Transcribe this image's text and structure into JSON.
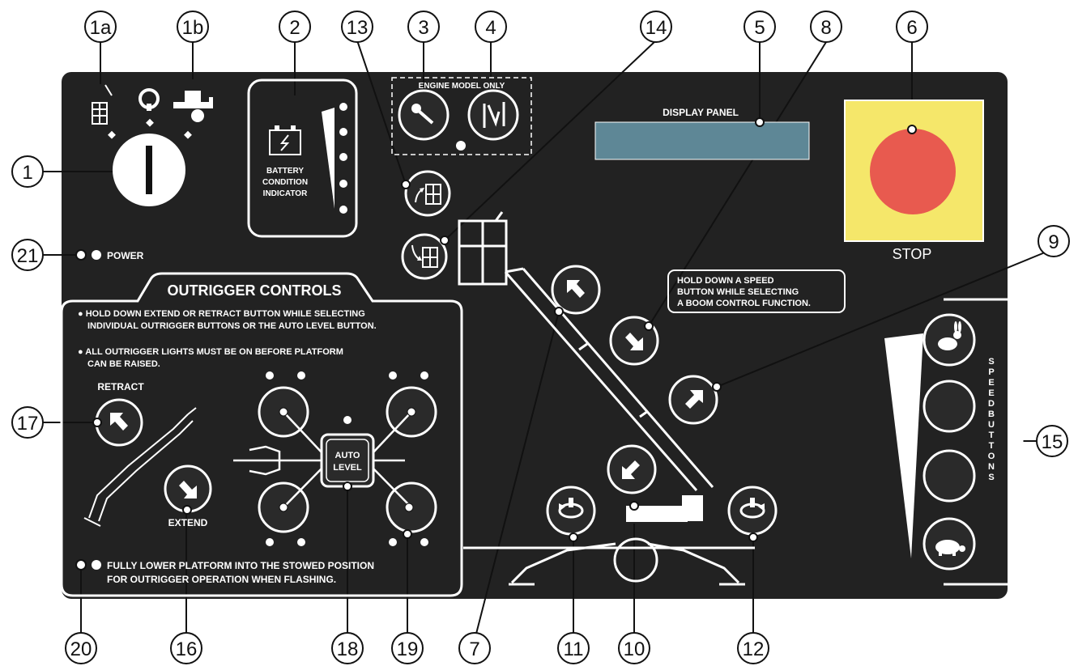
{
  "callouts": [
    "1a",
    "1b",
    "2",
    "13",
    "3",
    "4",
    "14",
    "5",
    "8",
    "6",
    "1",
    "21",
    "9",
    "17",
    "15",
    "20",
    "16",
    "18",
    "19",
    "7",
    "11",
    "10",
    "12"
  ],
  "panel": {
    "battery_label": [
      "BATTERY",
      "CONDITION",
      "INDICATOR"
    ],
    "engine_label": "ENGINE MODEL ONLY",
    "display_label": "DISPLAY PANEL",
    "stop_label": "STOP",
    "power_label": "POWER",
    "speed_note": [
      "HOLD DOWN A SPEED",
      "BUTTON WHILE SELECTING",
      "A BOOM CONTROL FUNCTION."
    ],
    "speed_buttons_label": "SPEED BUTTONS",
    "auto_level_label": [
      "AUTO",
      "LEVEL"
    ]
  },
  "outrigger": {
    "title": "OUTRIGGER CONTROLS",
    "note1": [
      "● HOLD DOWN EXTEND OR RETRACT BUTTON WHILE SELECTING",
      "INDIVIDUAL OUTRIGGER BUTTONS OR THE AUTO LEVEL BUTTON."
    ],
    "note2": [
      "● ALL OUTRIGGER LIGHTS MUST BE ON BEFORE PLATFORM",
      "CAN BE RAISED."
    ],
    "retract_label": "RETRACT",
    "extend_label": "EXTEND",
    "stow_note": [
      "FULLY LOWER PLATFORM INTO THE STOWED POSITION",
      "FOR OUTRIGGER OPERATION WHEN FLASHING."
    ]
  },
  "colors": {
    "panel": "#222222",
    "stop_yellow": "#f5e76a",
    "stop_red": "#e85a4f",
    "display": "#5e8796"
  }
}
